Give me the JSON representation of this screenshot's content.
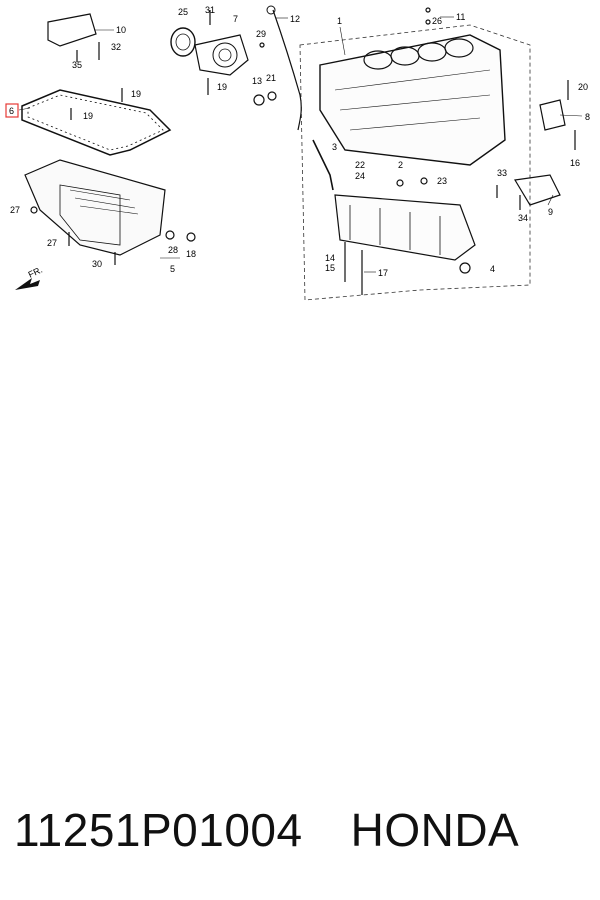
{
  "diagram": {
    "labels": [
      "1",
      "2",
      "4",
      "5",
      "6",
      "7",
      "8",
      "9",
      "10",
      "11",
      "12",
      "13",
      "14",
      "15",
      "16",
      "17",
      "18",
      "19",
      "19",
      "19",
      "20",
      "21",
      "22",
      "23",
      "24",
      "25",
      "26",
      "27",
      "27",
      "28",
      "29",
      "30",
      "31",
      "32",
      "33",
      "34",
      "35",
      "3"
    ],
    "front_marker": "FR.",
    "highlighted_label": "6",
    "highlight_color": "#e53935"
  },
  "caption": {
    "part_number": "11251P01004",
    "brand": "HONDA"
  }
}
